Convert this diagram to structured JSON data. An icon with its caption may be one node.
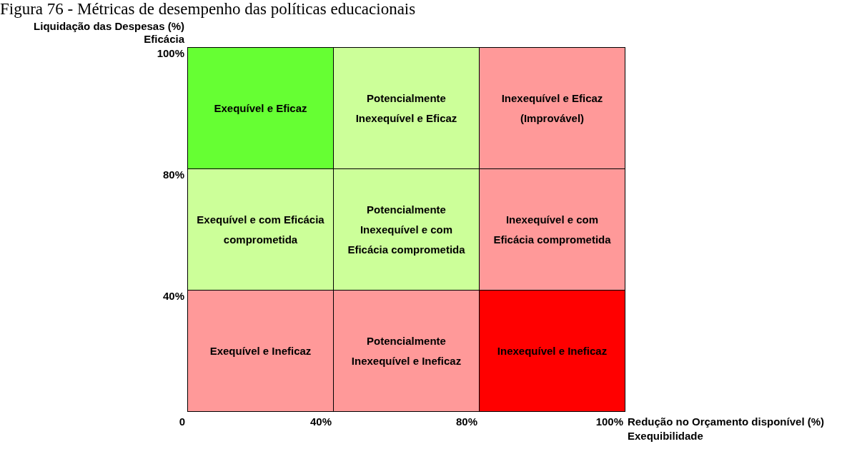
{
  "diagram": {
    "title": "Figura 76 - Métricas de desempenho das políticas educacionais",
    "nodes": [
      {
        "text": [
          "Exequível e Eficaz"
        ]
      },
      {
        "text": [
          "Potencialmente Inexequível e Eficaz"
        ]
      },
      {
        "text": [
          "Inexequível e Eficaz (Improvável)"
        ]
      },
      {
        "text": [
          "Exequível e com Eficácia comprometida"
        ]
      },
      {
        "text": [
          "Potencialmente Inexequível e com Eficácia comprometida"
        ]
      },
      {
        "text": [
          "Inexequível e com Eficácia comprometida"
        ]
      },
      {
        "text": [
          "Exequível e Ineficaz"
        ]
      },
      {
        "text": [
          "Potencialmente Inexequível e Ineficaz"
        ]
      },
      {
        "text": [
          "Inexequível e Ineficaz"
        ]
      }
    ],
    "labels": [
      "Liquidação das Despesas (%)",
      "Eficácia",
      "100%",
      "80%",
      "40%",
      "0",
      "40%",
      "80%",
      "100%",
      "Redução no Orçamento disponível (%)",
      "Exequibilidade"
    ]
  }
}
